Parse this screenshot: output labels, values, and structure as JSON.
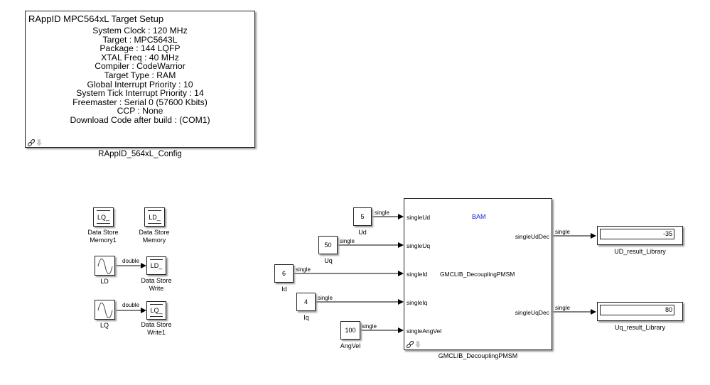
{
  "config_block": {
    "title": "RAppID MPC564xL Target Setup",
    "lines": [
      "System Clock : 120 MHz",
      "Target : MPC5643L",
      "Package : 144 LQFP",
      "XTAL Freq : 40 MHz",
      "Compiler : CodeWarrior",
      "Target Type : RAM",
      "Global Interrupt Priority : 10",
      "System Tick Interrupt Priority : 14",
      "Freemaster : Serial 0 (57600 Kbits)",
      "CCP : None",
      "Download Code after build : (COM1)"
    ],
    "name": "RAppID_564xL_Config",
    "link_icon": "link-icon",
    "arrow_icon": "arrow-down-icon"
  },
  "data_store": {
    "memory1": {
      "text": "LQ_",
      "name_line1": "Data Store",
      "name_line2": "Memory1"
    },
    "memory": {
      "text": "LD_",
      "name_line1": "Data Store",
      "name_line2": "Memory"
    },
    "write": {
      "text": "LD_",
      "name_line1": "Data Store",
      "name_line2": "Write"
    },
    "write1": {
      "text": "LQ_",
      "name_line1": "Data Store",
      "name_line2": "Write1"
    },
    "ld_source": {
      "name": "LD",
      "signal": "double",
      "icon": "sine-wave-icon"
    },
    "lq_source": {
      "name": "LQ",
      "signal": "double",
      "icon": "sine-wave-icon"
    }
  },
  "constants": [
    {
      "value": "5",
      "name": "Ud",
      "signal": "single"
    },
    {
      "value": "50",
      "name": "Uq",
      "signal": "single"
    },
    {
      "value": "6",
      "name": "Id",
      "signal": "single"
    },
    {
      "value": "4",
      "name": "Iq",
      "signal": "single"
    },
    {
      "value": "100",
      "name": "AngVel",
      "signal": "single"
    }
  ],
  "subsystem": {
    "mask_label": "BAM",
    "mask_label_color": "#1a1adc",
    "center_text": "GMCLIB_DecouplingPMSM",
    "name": "GMCLIB_DecouplingPMSM",
    "inputs": [
      "singleUd",
      "singleUq",
      "singleId",
      "singleIq",
      "singleAngVel"
    ],
    "outputs": [
      "singleUdDec",
      "singleUqDec"
    ]
  },
  "displays": [
    {
      "value": "-35",
      "name": "UD_result_Library",
      "signal": "single"
    },
    {
      "value": "80",
      "name": "Uq_result_Library",
      "signal": "single"
    }
  ]
}
